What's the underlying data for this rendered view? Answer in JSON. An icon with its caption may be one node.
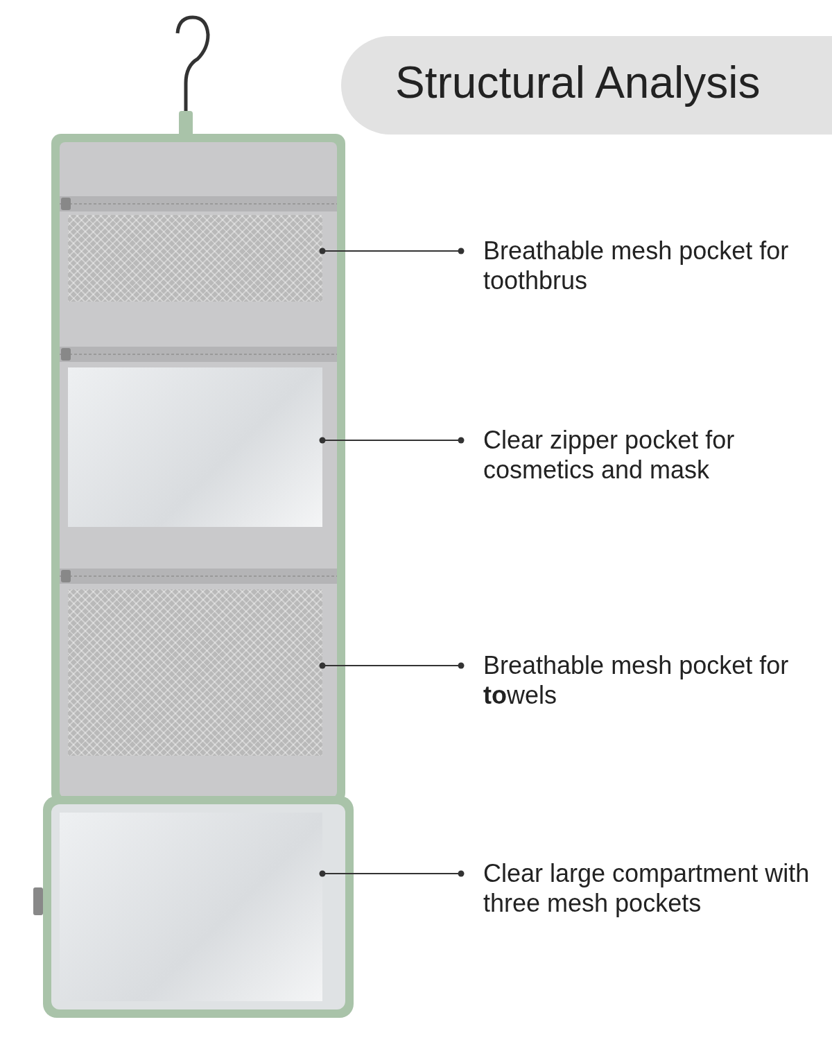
{
  "diagram": {
    "title": "Structural Analysis",
    "nodes": [
      {
        "text": [],
        "shape": "picture"
      },
      {
        "text": [],
        "shape": "picture"
      },
      {
        "text": [],
        "shape": "picture"
      },
      {
        "text": [],
        "shape": "picture"
      },
      {
        "text": [
          "Breathable mesh pocket for toothbrus"
        ]
      },
      {
        "text": [
          "Clear zipper pocket for cosmetics and mask"
        ]
      },
      {
        "text": [
          "Breathable mesh pocket for **to**wels"
        ]
      },
      {
        "text": [
          "Clear large compartment with three mesh pockets"
        ]
      }
    ],
    "edges": [
      {
        "from": 4,
        "to": 0,
        "arrow": "other"
      },
      {
        "from": 5,
        "to": 1,
        "arrow": "other"
      },
      {
        "from": 6,
        "to": 2,
        "arrow": "other"
      },
      {
        "from": 7,
        "to": 3,
        "arrow": "other"
      }
    ]
  }
}
